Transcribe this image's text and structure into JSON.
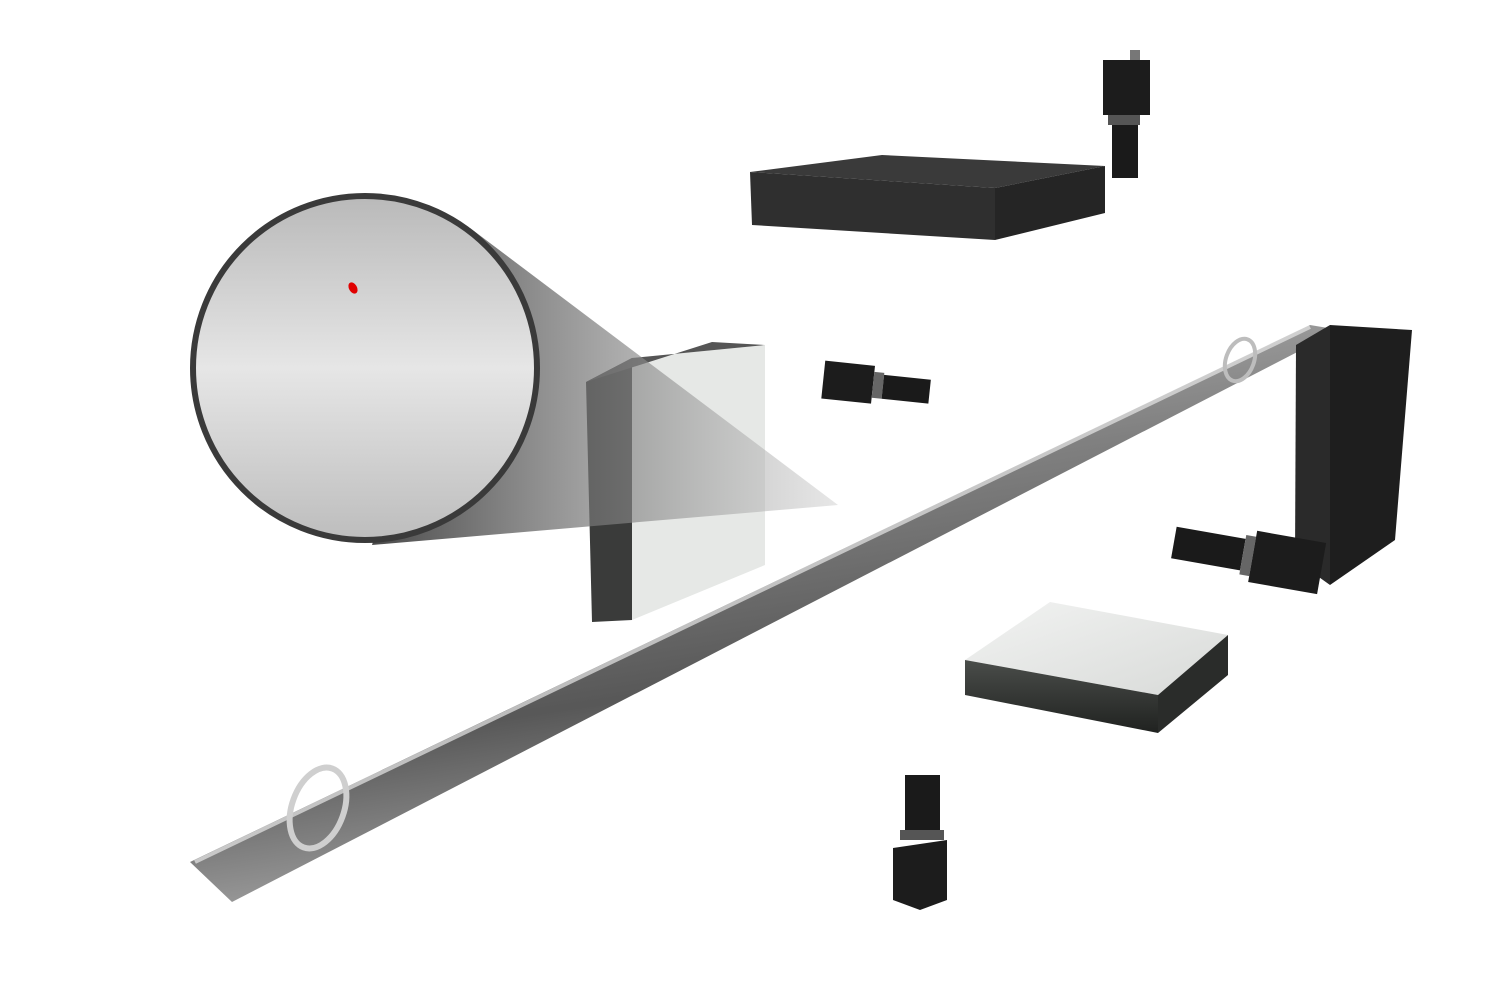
{
  "scene": {
    "description_items": [
      "magnified-inspection-view",
      "transparent-tube",
      "top-light-box",
      "side-light-box",
      "bottom-light-box",
      "backlight-panel",
      "camera-top",
      "camera-middle",
      "camera-right",
      "camera-bottom"
    ],
    "colors": {
      "background": "#ffffff",
      "dark_box": "#2e2e2e",
      "camera_body": "#1c1c1c",
      "magnifier_border": "#3a3a3a",
      "defect_dot": "#e00000",
      "light_face": "#e6e8e6"
    }
  }
}
